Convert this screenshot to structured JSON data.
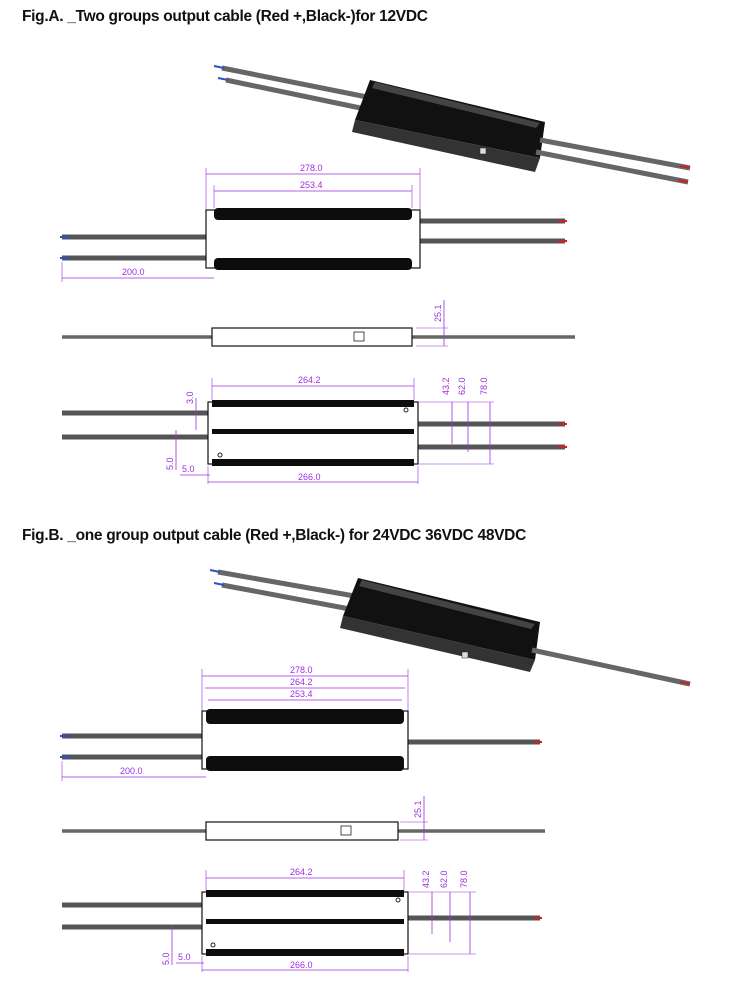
{
  "figA": {
    "title": "Fig.A. _Two groups output cable (Red +,Black-)for 12VDC",
    "top_view": {
      "length_total": "278.0",
      "length_body": "253.4",
      "cable": "200.0"
    },
    "side_view": {
      "height": "25.1"
    },
    "bottom_view": {
      "inner": "264.2",
      "outer": "266.0",
      "gap": "3.0",
      "h1": "43.2",
      "h2": "62.0",
      "h3": "78.0",
      "mount_v": "5.0",
      "mount_h": "5.0"
    }
  },
  "figB": {
    "title": "Fig.B. _one group output cable (Red +,Black-) for 24VDC 36VDC 48VDC",
    "top_view": {
      "length_total": "278.0",
      "length_mid": "264.2",
      "length_body": "253.4",
      "cable": "200.0"
    },
    "side_view": {
      "height": "25.1"
    },
    "bottom_view": {
      "inner": "264.2",
      "outer": "266.0",
      "h1": "43.2",
      "h2": "62.0",
      "h3": "78.0",
      "mount_v": "5.0",
      "mount_h": "5.0"
    }
  },
  "colors": {
    "dimension": "#9b30e0",
    "cable": "#555555",
    "housing": "#0d0d0d",
    "positive": "#d02020",
    "negative": "#222222"
  }
}
